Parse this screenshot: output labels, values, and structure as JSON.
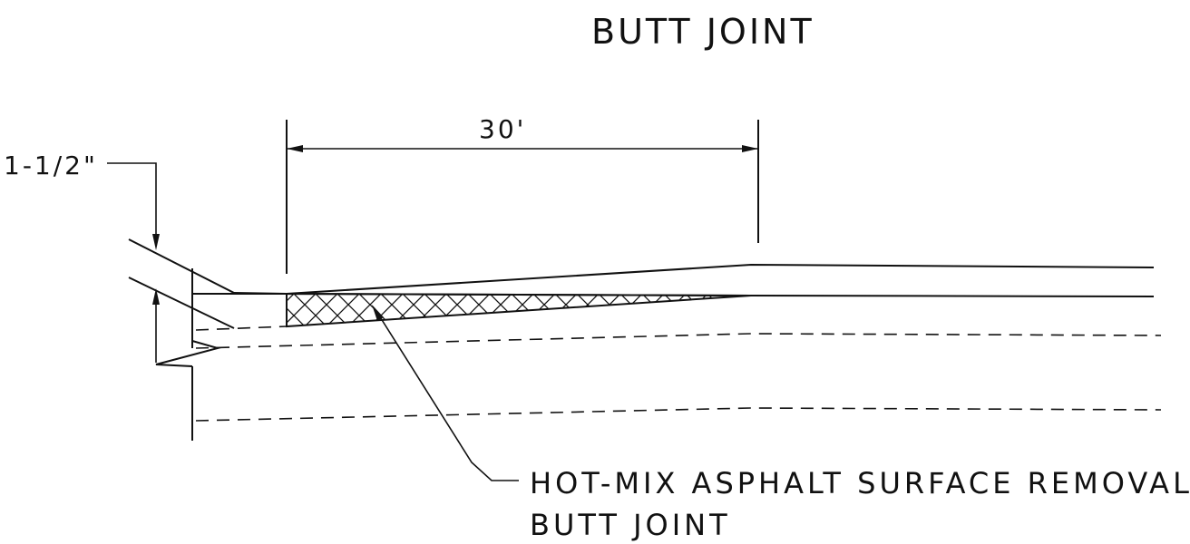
{
  "title": "BUTT JOINT",
  "dimensions": {
    "length": "30'",
    "thickness": "1-1/2\""
  },
  "note": {
    "line1": "HOT-MIX ASPHALT SURFACE REMOVAL-",
    "line2": "BUTT JOINT"
  }
}
